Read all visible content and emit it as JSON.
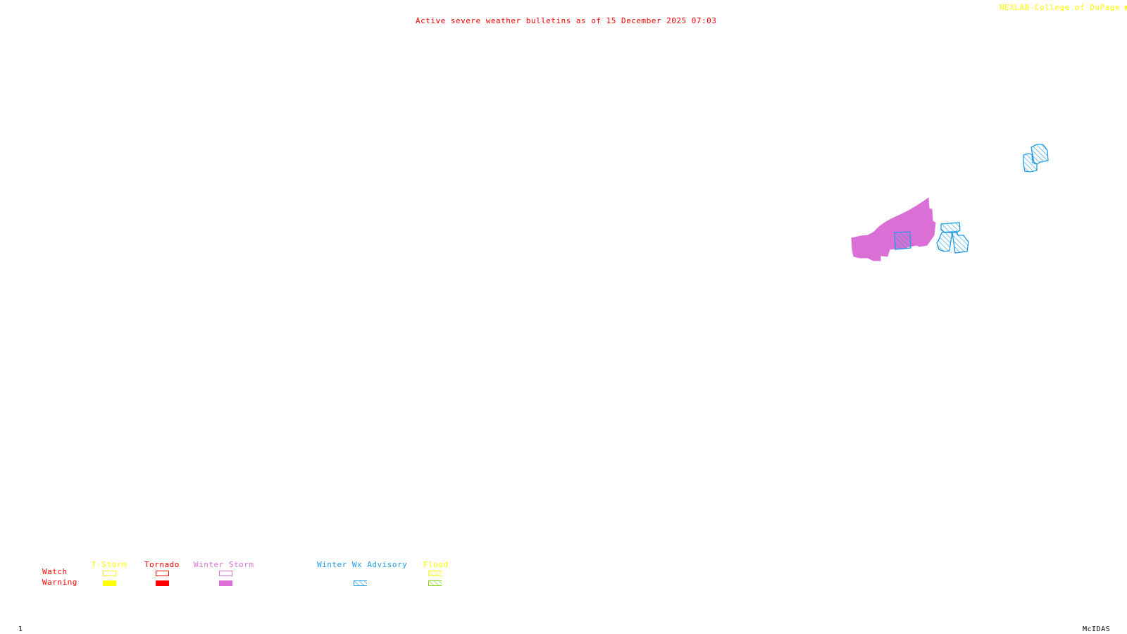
{
  "title": "Active severe weather bulletins as of 15 December 2025 07:03",
  "credit": "NEXLAB-College of DuPage ◩",
  "frame_number": "1",
  "software_label": "McIDAS",
  "colors": {
    "tstorm": "#ffff00",
    "tornado": "#ff0000",
    "winter_storm": "#da70d6",
    "winter_wx_advisory": "#1e9be6",
    "flood_watch": "#ffff00",
    "flood_warning": "#7fd000",
    "title": "#ff0000",
    "credit": "#ffff00"
  },
  "legend": {
    "row_labels": {
      "watch": "Watch",
      "warning": "Warning"
    },
    "columns": [
      {
        "key": "tstorm",
        "label": "T-Storm",
        "watch": "outline",
        "warning": "solid"
      },
      {
        "key": "tornado",
        "label": "Tornado",
        "watch": "outline",
        "warning": "solid"
      },
      {
        "key": "winter_storm",
        "label": "Winter Storm",
        "watch": "outline",
        "warning": "solid"
      },
      {
        "key": "winter_wx_advisory",
        "label": "Winter Wx Advisory",
        "watch": null,
        "warning": "hatched"
      },
      {
        "key": "flood",
        "label": "Flood",
        "watch": "hatched",
        "warning": "hatched"
      }
    ]
  },
  "active_bulletins": [
    {
      "type": "Winter Storm Warning",
      "style": "solid",
      "region": "east-central cluster"
    },
    {
      "type": "Winter Wx Advisory",
      "style": "hatched",
      "count_areas": 4,
      "region": "east-central cluster"
    },
    {
      "type": "Winter Wx Advisory",
      "style": "hatched",
      "count_areas": 2,
      "region": "northeast"
    }
  ]
}
